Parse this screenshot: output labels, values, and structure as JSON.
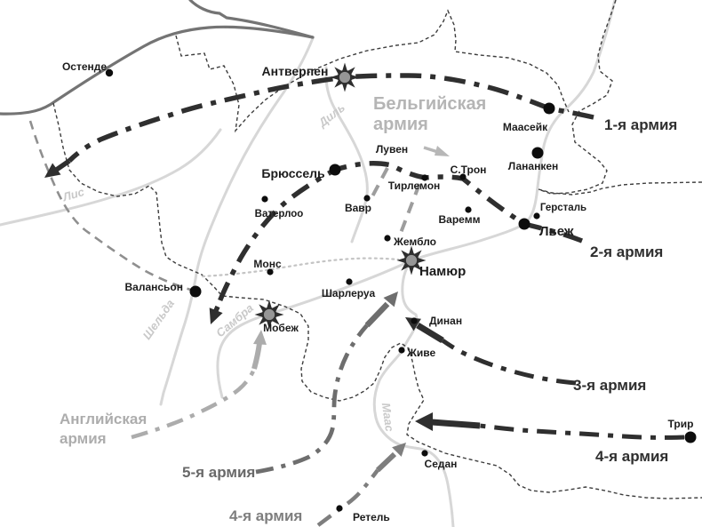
{
  "cities": {
    "ostende": "Остенде",
    "antwerpen": "Антверпен",
    "brussels": "Брюссель",
    "louvain": "Лувен",
    "tirlemont": "Тирлемон",
    "saint_trond": "С.Трон",
    "lanaken": "Лананкен",
    "maaseik": "Маасейк",
    "herstal": "Герсталь",
    "liege": "Льеж",
    "waterloo": "Ватерлоо",
    "wavre": "Вавр",
    "waremme": "Варемм",
    "gembloux": "Жембло",
    "namur": "Намюр",
    "mons": "Монс",
    "charleroi": "Шарлеруа",
    "valenciennes": "Валансьон",
    "maubeuge": "Мобеж",
    "dinant": "Динан",
    "givet": "Живе",
    "sedan": "Седан",
    "rethel": "Ретель",
    "trier": "Трир"
  },
  "armies": {
    "german1": "1-я армия",
    "german2": "2-я армия",
    "german3": "3-я армия",
    "german4": "4-я армия",
    "french5": "5-я армия",
    "french4": "4-я армия",
    "belgian_line1": "Бельгийская",
    "belgian_line2": "армия",
    "british_line1": "Английская",
    "british_line2": "армия"
  },
  "rivers": {
    "dyle": "Диль",
    "lys": "Лис",
    "scheldt": "Шельда",
    "sambre": "Самбра",
    "meuse": "Маас"
  },
  "colors": {
    "german_army": "#2f2f2f",
    "french_army": "#6e6e6e",
    "british_army": "#adadad",
    "belgian_army": "#b5b5b5",
    "river": "#d7d7d7",
    "border": "#3d3d3d",
    "coast": "#747474"
  }
}
